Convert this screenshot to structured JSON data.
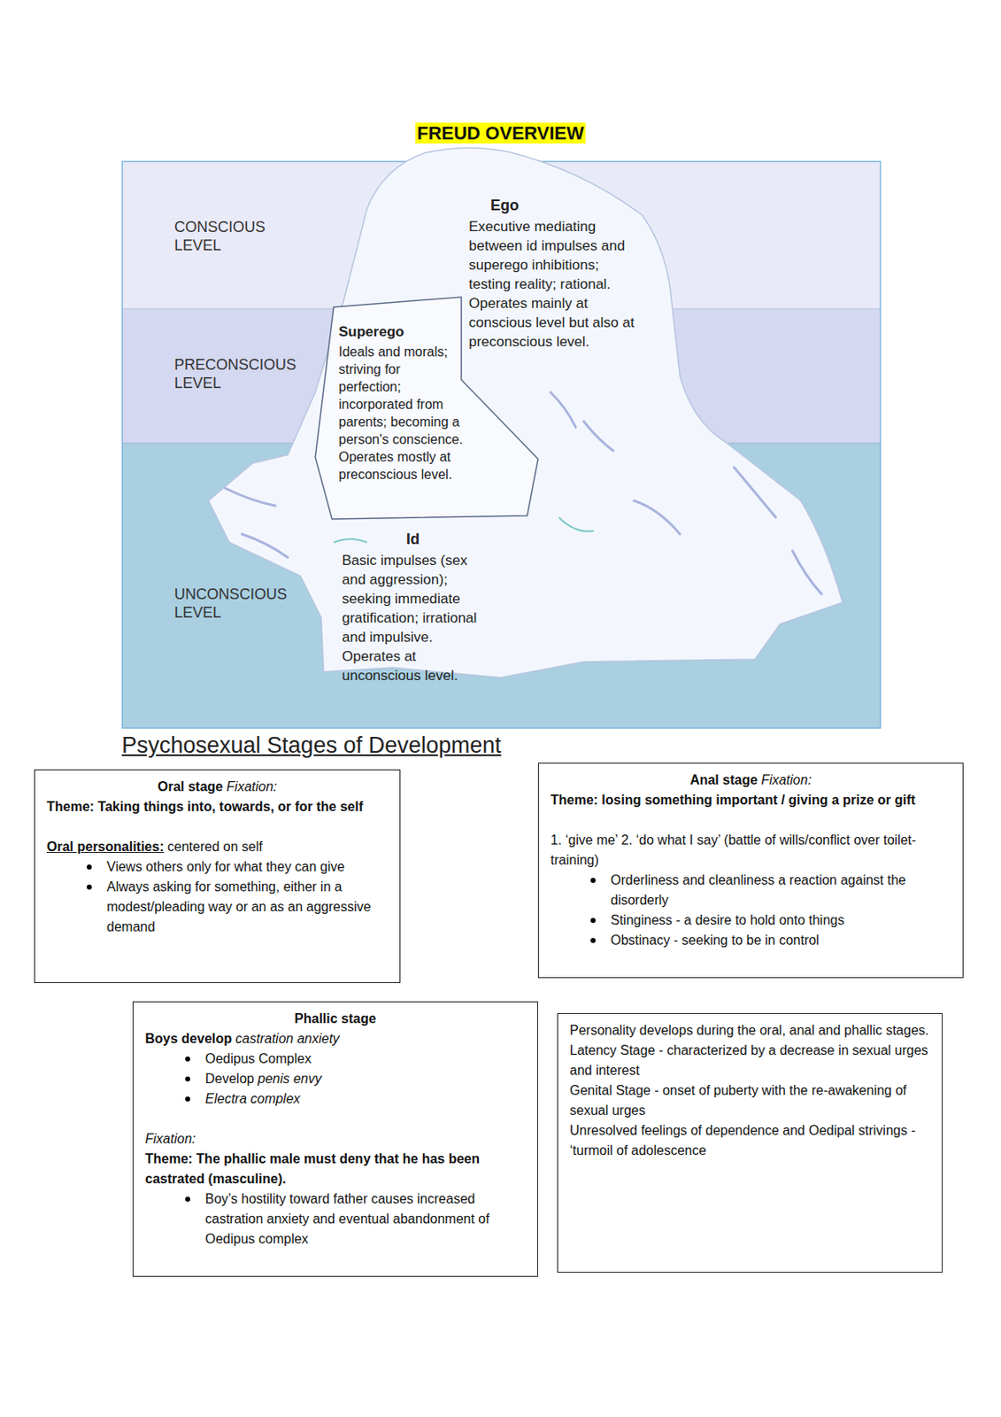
{
  "diagram": {
    "title": "FREUD OVERVIEW",
    "nodes": [
      {
        "text": [
          "CONSCIOUS LEVEL"
        ]
      },
      {
        "text": [
          "PRECONSCIOUS LEVEL"
        ]
      },
      {
        "text": [
          "UNCONSCIOUS LEVEL"
        ]
      },
      {
        "text": [
          "Ego",
          "Executive mediating between id impulses and superego inhibitions; testing reality; rational. Operates mainly at conscious level but also at preconscious level."
        ]
      },
      {
        "text": [
          "Superego",
          "Ideals and morals; striving for perfection; incorporated from parents; becoming a person's conscience. Operates mostly at preconscious level."
        ]
      },
      {
        "text": [
          "Id",
          "Basic impulses (sex and aggression); seeking immediate gratification; irrational and impulsive. Operates at unconscious level."
        ],
        "in": 2
      },
      {
        "text": [
          "Oral stage",
          "Fixation:",
          "Theme: Taking things into, towards, or for the self",
          "Oral personalities:",
          "centered on self",
          "Views others only for what they can give",
          "Always asking for something, either in a modest/pleading way or an as an aggressive demand"
        ]
      },
      {
        "text": [
          "Anal stage",
          "Fixation:",
          "Theme: losing something important / giving a prize or gift",
          "1. ‘give me’ 2. ‘do what I say’ (battle of wills/conflict over toilet-training)",
          "Orderliness and cleanliness a reaction against the disorderly",
          "Stinginess - a desire to hold onto things",
          "Obstinacy - seeking to be in control"
        ]
      },
      {
        "text": [
          "Phallic stage",
          "Boys develop",
          "castration anxiety",
          "Oedipus Complex",
          "Develop",
          "penis envy",
          "Electra complex",
          "Fixation:",
          "Theme: The phallic male must deny that he has been castrated (masculine).",
          "Boy’s hostility toward father causes increased castration anxiety and eventual abandonment of Oedipus complex"
        ]
      },
      {
        "text": [
          "Personality develops during the oral, anal and phallic stages.",
          "Latency Stage - characterized by a decrease in sexual urges and interest",
          "Genital Stage - onset of puberty with the re-awakening of sexual urges",
          "Unresolved feelings of dependence and Oedipal strivings - ‘turmoil of adolescence"
        ]
      }
    ],
    "labels": [
      "Psychosexual Stages of Development"
    ]
  }
}
